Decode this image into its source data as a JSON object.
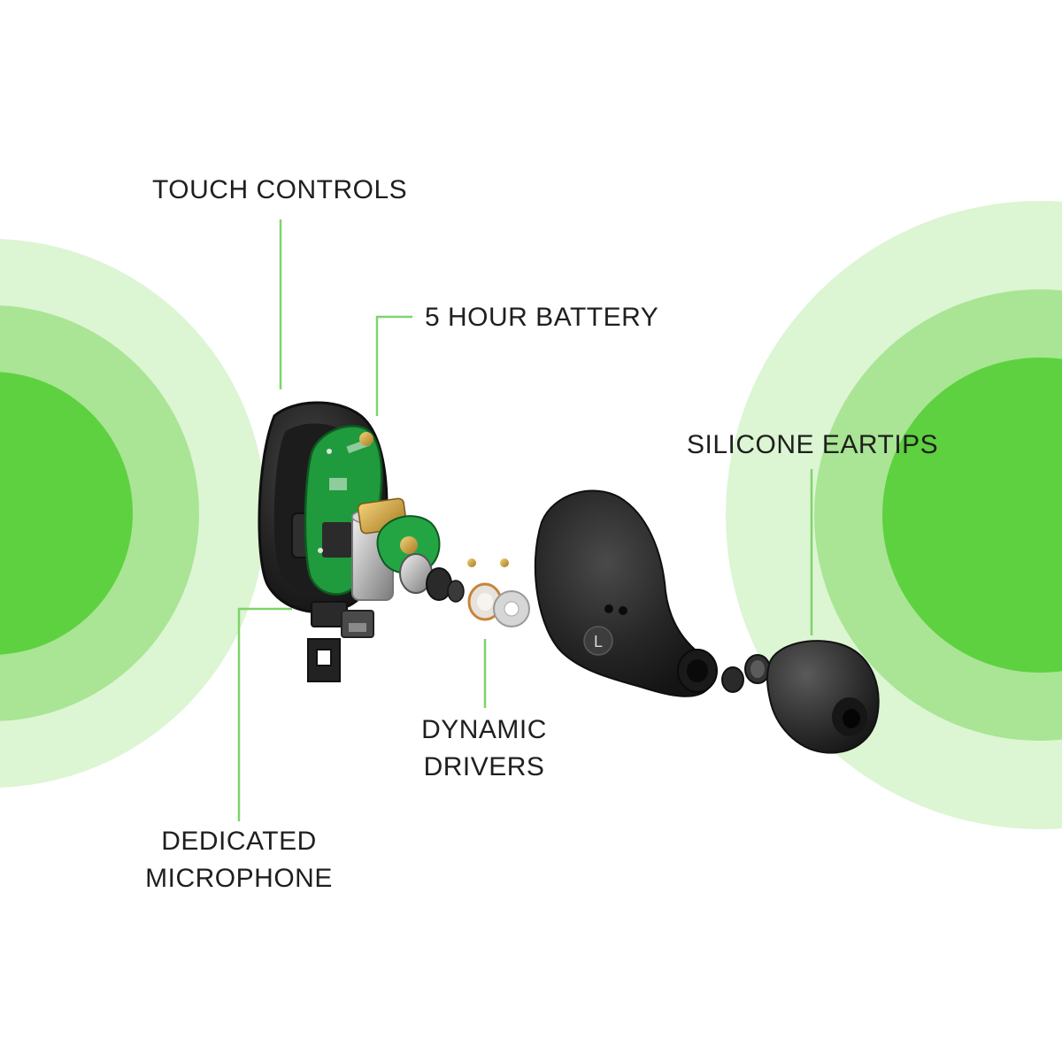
{
  "callouts": {
    "touch_controls": "TOUCH CONTROLS",
    "battery": "5 HOUR BATTERY",
    "silicone_eartips": "SILICONE EARTIPS",
    "dynamic_drivers": [
      "DYNAMIC",
      "DRIVERS"
    ],
    "dedicated_microphone": [
      "DEDICATED",
      "MICROPHONE"
    ]
  },
  "earbud_side_mark": "L",
  "colors": {
    "accent_green": "#5dd13f",
    "ring_mid": "#a9e594",
    "ring_light": "#dcf5d3",
    "leader_line": "#7fd46a",
    "text": "#1f1f1f",
    "earbud_shell": "#2c2c2c",
    "pcb_green": "#1f9a3c"
  }
}
